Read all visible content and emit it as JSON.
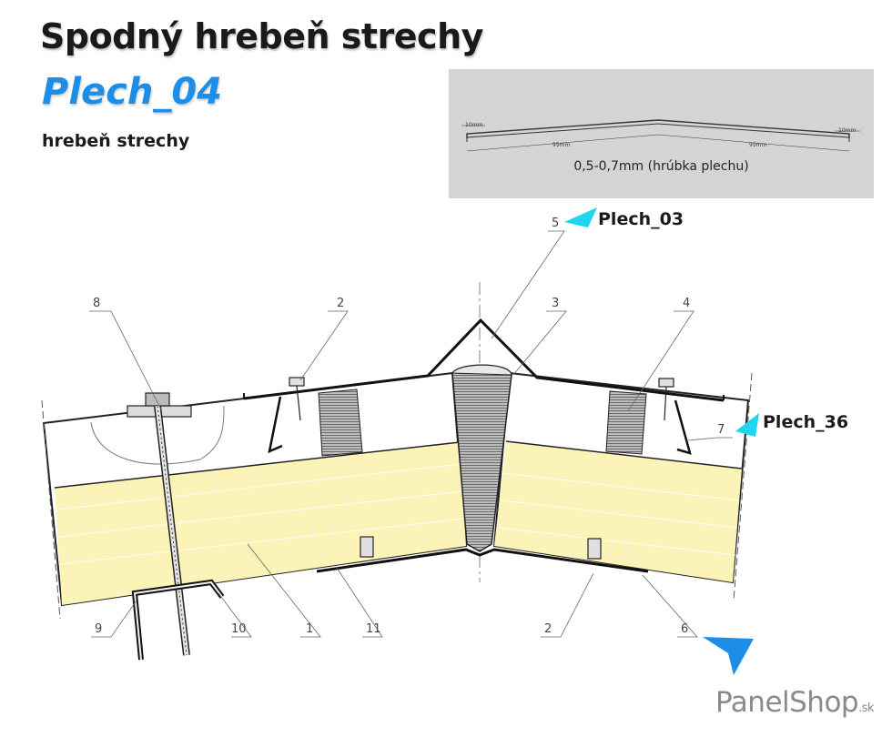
{
  "header": {
    "title": "Spodný hrebeň strechy",
    "subtitle": "Plech_04",
    "caption": "hrebeň strechy"
  },
  "profile": {
    "thickness_note": "0,5-0,7mm (hrúbka plechu)",
    "dims": {
      "left_lip": "10mm",
      "right_lip": "10mm",
      "left_span": "95mm",
      "right_span": "95mm"
    }
  },
  "tags": {
    "top": "Plech_03",
    "right": "Plech_36"
  },
  "callouts": [
    "8",
    "2",
    "5",
    "3",
    "4",
    "7",
    "9",
    "10",
    "1",
    "11",
    "2",
    "6"
  ],
  "brand": {
    "name": "PanelShop",
    "suffix": ".sk"
  },
  "colors": {
    "accent_blue": "#1d8ee8",
    "arrow_cyan": "#1fd6ee",
    "panel_core": "#fcf3b8",
    "profile_bg": "#d4d4d4"
  }
}
